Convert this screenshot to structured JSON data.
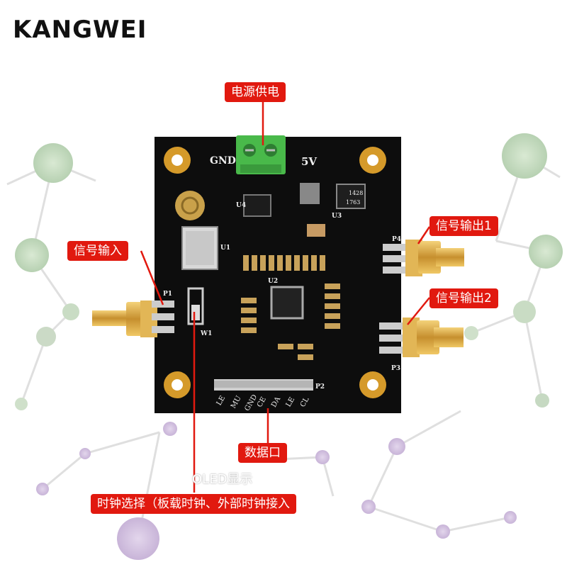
{
  "brand": {
    "name": "KANGWEI"
  },
  "callouts": {
    "power": "电源供电",
    "signal_in": "信号输入",
    "signal_out1": "信号输出1",
    "signal_out2": "信号输出2",
    "data_port": "数据口",
    "clock_select": "时钟选择（板载时钟、外部时钟接入"
  },
  "board_labels": {
    "gnd": "GND",
    "v5": "5V",
    "p1": "P1",
    "p2": "P2",
    "p3": "P3",
    "p4": "P4",
    "u1": "U1",
    "u2": "U2",
    "u3": "U3",
    "u4": "U4",
    "w1": "W1",
    "data_pins": [
      "LE",
      "MU",
      "GND",
      "CE",
      "DA",
      "LE",
      "CL"
    ],
    "chip_text": [
      "1428",
      "1763"
    ]
  },
  "overlay": {
    "faint_text": "OLED显示"
  },
  "colors": {
    "callout": "#e1190f",
    "board": "#0d0d0d",
    "terminal": "#49b94a",
    "gold": "#d8a53c"
  }
}
